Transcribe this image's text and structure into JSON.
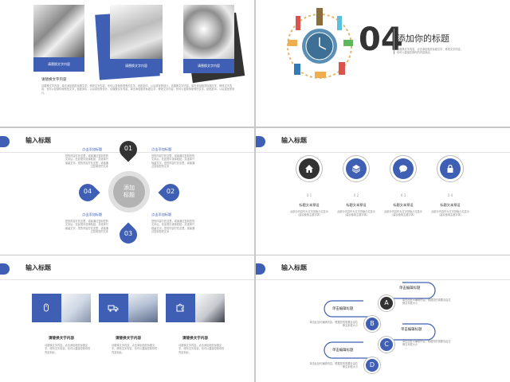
{
  "slide1": {
    "captions": [
      "请替换文字内容",
      "请替换文字内容",
      "请替换文字内容"
    ],
    "heading": "请替换文字内容",
    "body": "请替换文字内容，单击添加相关标题文字，修改文字内容，也可以复制你现有的文字，粘贴到中，以后或优秀设计。请替换文字内容，单击添加相关标题文字，修改文字内容，也可以复制你现有的文字，粘贴到中，以后或优秀设计。请替换文字内容，单击添加相关标题文字，修改文字内容，也可以复制你现有的文字，粘贴到中，以后或优秀设计。"
  },
  "slide2": {
    "number": "04",
    "title": "添加你的标题",
    "body": "请替换文字内容，点击添加相关标题文字，修改文字内容，也可以直接复制你的内容到此。"
  },
  "slide3": {
    "header": "输入标题",
    "center": "添加\n标题",
    "badges": [
      "01",
      "02",
      "03",
      "04"
    ],
    "item_title": "点击添加标题",
    "item_body": "您的内容打在这里，或者通过复制您的文本后，在此框中选择粘贴，并选择只保留文字。您的内容打在这里，或者通过复制您的文本"
  },
  "slide4": {
    "header": "输入标题",
    "icons": [
      {
        "icon": "home-icon",
        "num": "0 1"
      },
      {
        "icon": "layers-icon",
        "num": "0 2"
      },
      {
        "icon": "chat-icon",
        "num": "0 3"
      },
      {
        "icon": "lock-icon",
        "num": "0 4"
      }
    ],
    "item_title": "标题文本预设",
    "item_body": "此部分内容作为文字排版占位显示（建议使用主题字体）"
  },
  "slide5": {
    "header": "输入标题",
    "item_title": "请替换文字内容",
    "item_body": "请替换文字内容，点击添加相关标题文字，修改文字内容，也可以直接复制你的内容到此。"
  },
  "slide6": {
    "header": "输入标题",
    "pills": [
      "单击编辑标题",
      "单击编辑标题",
      "单击编辑标题",
      "单击编辑标题"
    ],
    "letters": [
      "A",
      "B",
      "C",
      "D"
    ],
    "body": "单击此处可编辑内容，根据您的需要自由拉伸文本框大小"
  },
  "colors": {
    "accent": "#3f5fb5",
    "dark": "#333333"
  }
}
